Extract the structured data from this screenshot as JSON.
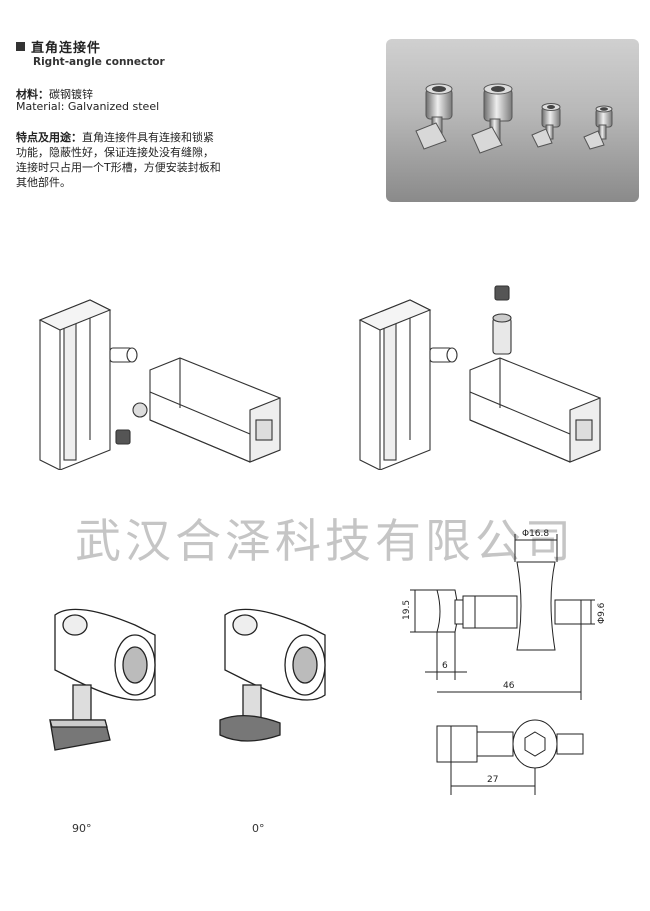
{
  "header": {
    "title_cn": "直角连接件",
    "title_en": "Right-angle connector"
  },
  "material": {
    "label_cn": "材料：",
    "value_cn": "碳钢镀锌",
    "en": "Material: Galvanized steel"
  },
  "description": {
    "label": "特点及用途：",
    "text": "直角连接件具有连接和锁紧功能，隐蔽性好，保证连接处没有缝隙，连接时只占用一个T形槽，方便安装封板和其他部件。"
  },
  "watermark": "武汉合泽科技有限公司",
  "angles": {
    "left": "90°",
    "right": "0°"
  },
  "dimensions": {
    "diameter_top": "Φ16.8",
    "diameter_side": "Φ9.6",
    "height": "19.5",
    "thickness": "6",
    "length": "46",
    "width": "27"
  },
  "colors": {
    "ink": "#222222",
    "watermark": "#969696"
  }
}
